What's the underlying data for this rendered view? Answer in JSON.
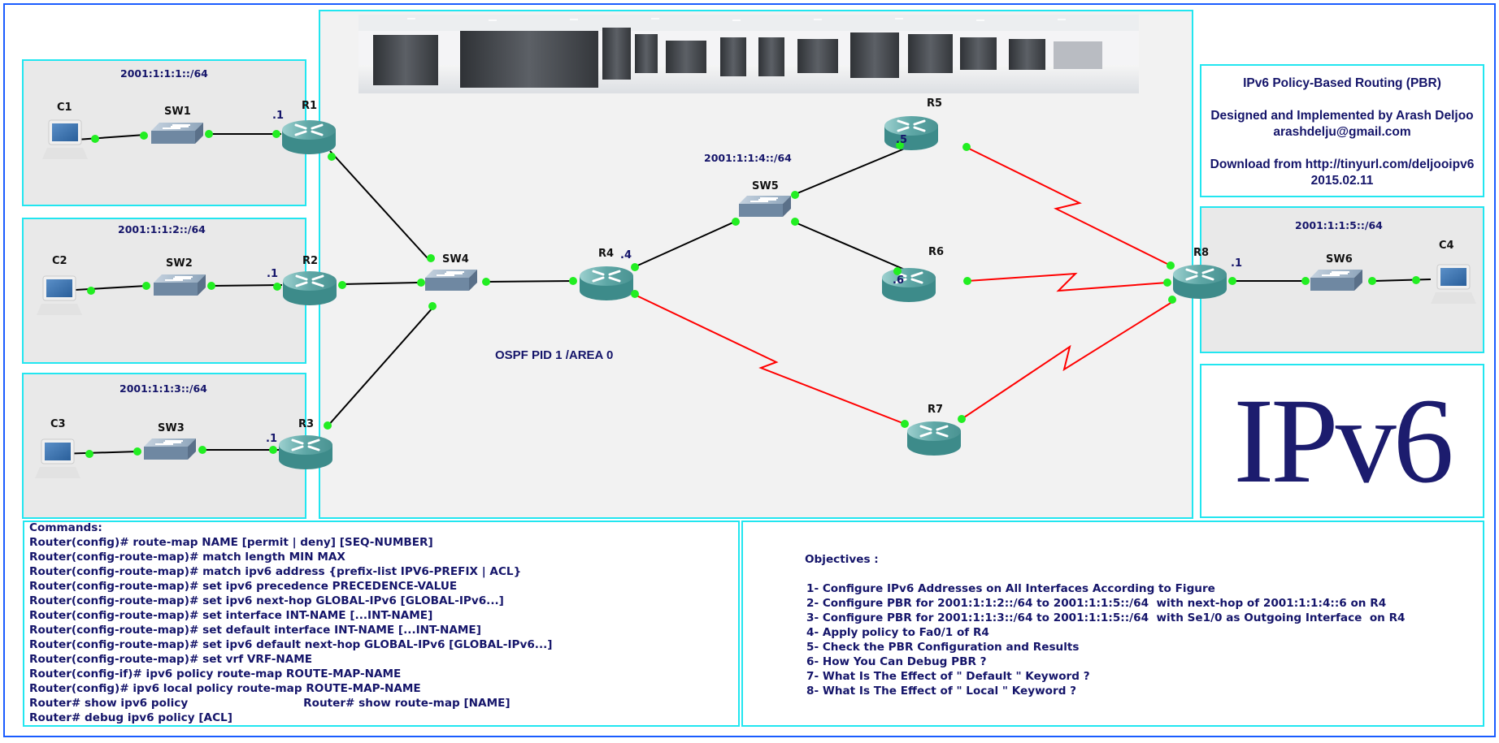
{
  "title_panel": {
    "title": "IPv6  Policy-Based Routing (PBR)",
    "author_line": "Designed and Implemented by Arash Deljoo",
    "email": "arashdelju@gmail.com",
    "download_line": "Download from http://tinyurl.com/deljooipv6",
    "date": "2015.02.11"
  },
  "logo_text": "IPv6",
  "banner": {
    "description": "data center server racks photo"
  },
  "topology": {
    "ospf_label": "OSPF PID 1 /AREA 0",
    "subnets": {
      "lan1": "2001:1:1:1::/64",
      "lan2": "2001:1:1:2::/64",
      "lan3": "2001:1:1:3::/64",
      "transit": "2001:1:1:4::/64",
      "lan5": "2001:1:1:5::/64"
    },
    "nodes": {
      "C1": "C1",
      "C2": "C2",
      "C3": "C3",
      "C4": "C4",
      "SW1": "SW1",
      "SW2": "SW2",
      "SW3": "SW3",
      "SW4": "SW4",
      "SW5": "SW5",
      "SW6": "SW6",
      "R1": "R1",
      "R2": "R2",
      "R3": "R3",
      "R4": "R4",
      "R5": "R5",
      "R6": "R6",
      "R7": "R7",
      "R8": "R8"
    },
    "interface_addrs": {
      "R1": ".1",
      "R2": ".1",
      "R3": ".1",
      "R4": ".4",
      "R5": ".5",
      "R6": ".6",
      "R8": ".1"
    },
    "colors": {
      "ethernet": "#000000",
      "serial": "#ff0000",
      "port": "#22ee22",
      "router": "#3d8b8a",
      "switch": "#7a93ad"
    }
  },
  "commands": {
    "heading": "Commands:",
    "lines": [
      "Router(config)# route-map NAME [permit | deny] [SEQ-NUMBER]",
      "Router(config-route-map)# match length MIN MAX",
      "Router(config-route-map)# match ipv6 address {prefix-list IPV6-PREFIX | ACL}",
      "Router(config-route-map)# set ipv6 precedence PRECEDENCE-VALUE",
      "Router(config-route-map)# set ipv6 next-hop GLOBAL-IPv6 [GLOBAL-IPv6...]",
      "Router(config-route-map)# set interface INT-NAME [...INT-NAME]",
      "Router(config-route-map)# set default interface INT-NAME [...INT-NAME]",
      "Router(config-route-map)# set ipv6 default next-hop GLOBAL-IPv6 [GLOBAL-IPv6...]",
      "Router(config-route-map)# set vrf VRF-NAME",
      "Router(config-if)# ipv6 policy route-map ROUTE-MAP-NAME",
      "Router(config)# ipv6 local policy route-map ROUTE-MAP-NAME",
      "Router# show ipv6 policy                              Router# show route-map [NAME]",
      "Router# debug ipv6 policy [ACL]"
    ]
  },
  "objectives": {
    "heading": "Objectives :",
    "items": [
      "1- Configure IPv6 Addresses on All Interfaces According to Figure",
      "2- Configure PBR for 2001:1:1:2::/64 to 2001:1:1:5::/64  with next-hop of 2001:1:1:4::6 on R4",
      "3- Configure PBR for 2001:1:1:3::/64 to 2001:1:1:5::/64  with Se1/0 as Outgoing Interface  on R4",
      "4- Apply policy to Fa0/1 of R4",
      "5- Check the PBR Configuration and Results",
      "6- How You Can Debug PBR ?",
      "7- What Is The Effect of \" Default \" Keyword ?",
      "8- What Is The Effect of \" Local \" Keyword ?"
    ]
  }
}
